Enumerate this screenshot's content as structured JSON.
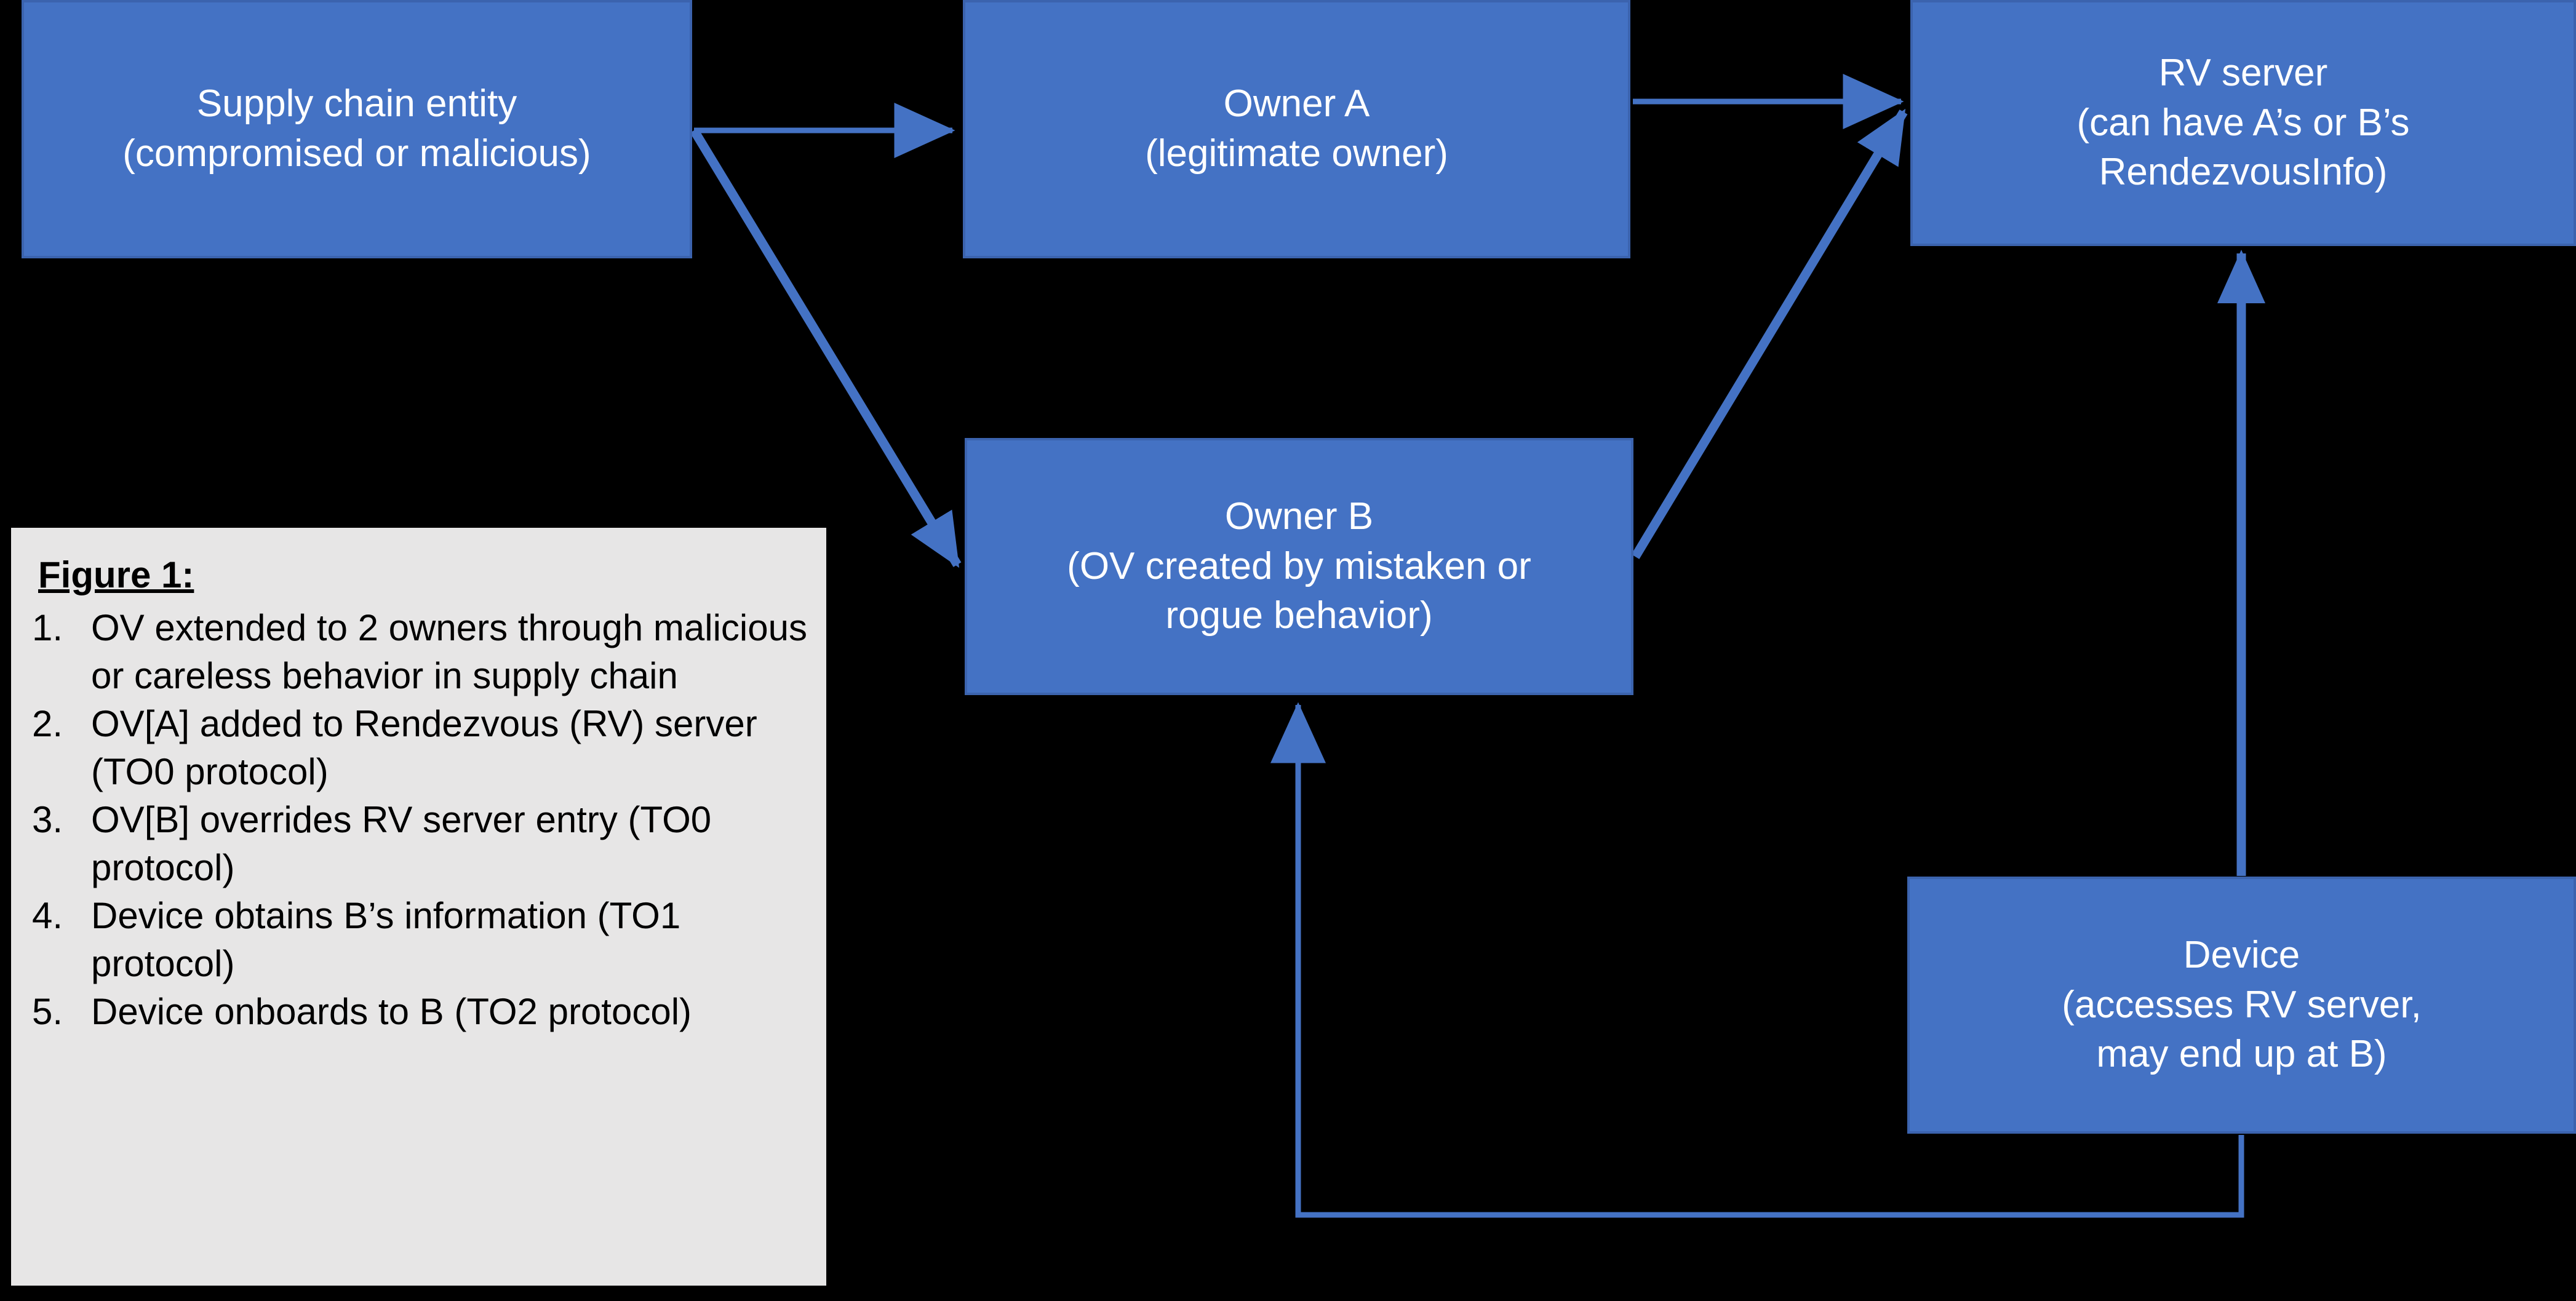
{
  "diagram": {
    "accent_color": "#4472C4",
    "border_color": "#3B63AE",
    "background_color": "#000000",
    "legend_background": "#E7E6E6",
    "connector_color": "#4472C4",
    "nodes": {
      "supply_chain_entity": {
        "title": "Supply chain entity",
        "subtitle": "(compromised  or malicious)"
      },
      "owner_a": {
        "title": "Owner A",
        "subtitle": "(legitimate owner)"
      },
      "rv_server": {
        "title": "RV server",
        "subtitle_line1": "(can have A’s or B’s",
        "subtitle_line2": "RendezvousInfo)"
      },
      "owner_b": {
        "title": "Owner B",
        "subtitle_line1": "(OV created by mistaken or",
        "subtitle_line2": "rogue behavior)"
      },
      "device": {
        "title": "Device",
        "subtitle_line1": "(accesses RV server,",
        "subtitle_line2": "may end up at B)"
      }
    },
    "connectors": [
      {
        "name": "supply-chain-entity-to-owner-a",
        "from": "supply_chain_entity",
        "to": "owner_a"
      },
      {
        "name": "supply-chain-entity-to-owner-b",
        "from": "supply_chain_entity",
        "to": "owner_b"
      },
      {
        "name": "owner-a-to-rv-server",
        "from": "owner_a",
        "to": "rv_server"
      },
      {
        "name": "owner-b-to-rv-server",
        "from": "owner_b",
        "to": "rv_server"
      },
      {
        "name": "device-to-rv-server",
        "from": "device",
        "to": "rv_server"
      },
      {
        "name": "device-to-owner-b",
        "from": "device",
        "to": "owner_b"
      }
    ]
  },
  "legend": {
    "title": "Figure 1:",
    "items": [
      {
        "num": "1.",
        "text": "OV extended to 2 owners through malicious or careless behavior in supply chain"
      },
      {
        "num": "2.",
        "text": "OV[A] added to Rendezvous (RV) server (TO0 protocol)"
      },
      {
        "num": "3.",
        "text": "OV[B] overrides RV server entry (TO0 protocol)"
      },
      {
        "num": "4.",
        "text": "Device obtains B’s information (TO1 protocol)"
      },
      {
        "num": "5.",
        "text": "Device onboards to B (TO2 protocol)"
      }
    ]
  }
}
